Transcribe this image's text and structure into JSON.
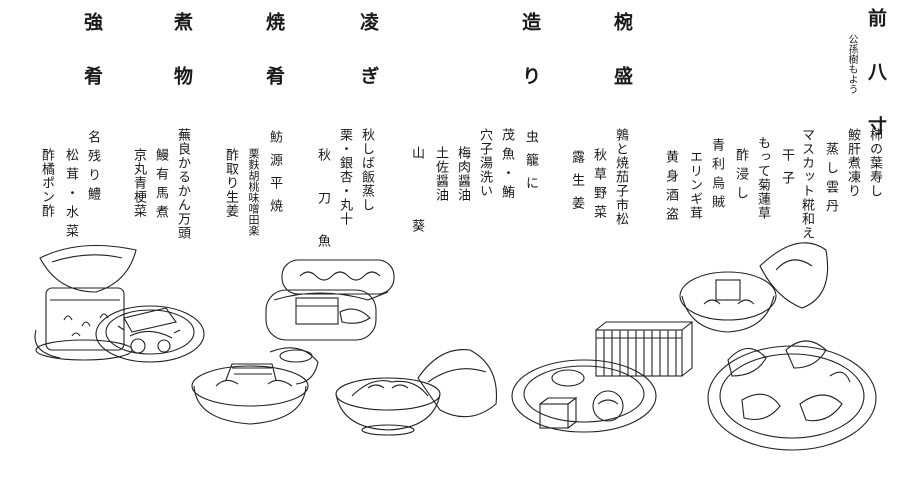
{
  "menu_sections": {
    "zensun": {
      "title": "前八寸",
      "subtitle": "公孫樹もよう",
      "items": [
        "柿の葉寿し",
        "鮟肝煮凍り",
        "蒸し雲丹",
        "マスカット糀和え",
        "干子",
        "もって菊蓮草",
        "酢浸し",
        "青利烏賊",
        "エリンギ茸",
        "黄身酒盗"
      ]
    },
    "wanmori": {
      "title": "椀盛",
      "items": [
        "鶉と焼茄子市松",
        "秋草野菜",
        "露生姜"
      ]
    },
    "tsukuri": {
      "title": "造り",
      "items": [
        "虫籠に",
        "茂魚・鮪",
        "穴子湯洗い",
        "梅肉醤油",
        "土佐醤油",
        "山葵"
      ]
    },
    "shinogi": {
      "title": "凌ぎ",
      "items": [
        "秋しば飯蒸し",
        "栗・銀杏・丸十",
        "秋刀魚"
      ]
    },
    "yakizakana": {
      "title": "焼肴",
      "items": [
        "魴源平焼",
        "栗麩胡桃味噌田楽",
        "酢取り生姜"
      ]
    },
    "nimono": {
      "title": "煮物",
      "items": [
        "蕪良かるかん万頭",
        "鰻有馬煮",
        "京丸青梗菜"
      ]
    },
    "shiizakana": {
      "title": "強肴",
      "items": [
        "名残り鱧",
        "松茸・水菜",
        "酢橘ポン酢"
      ]
    }
  }
}
